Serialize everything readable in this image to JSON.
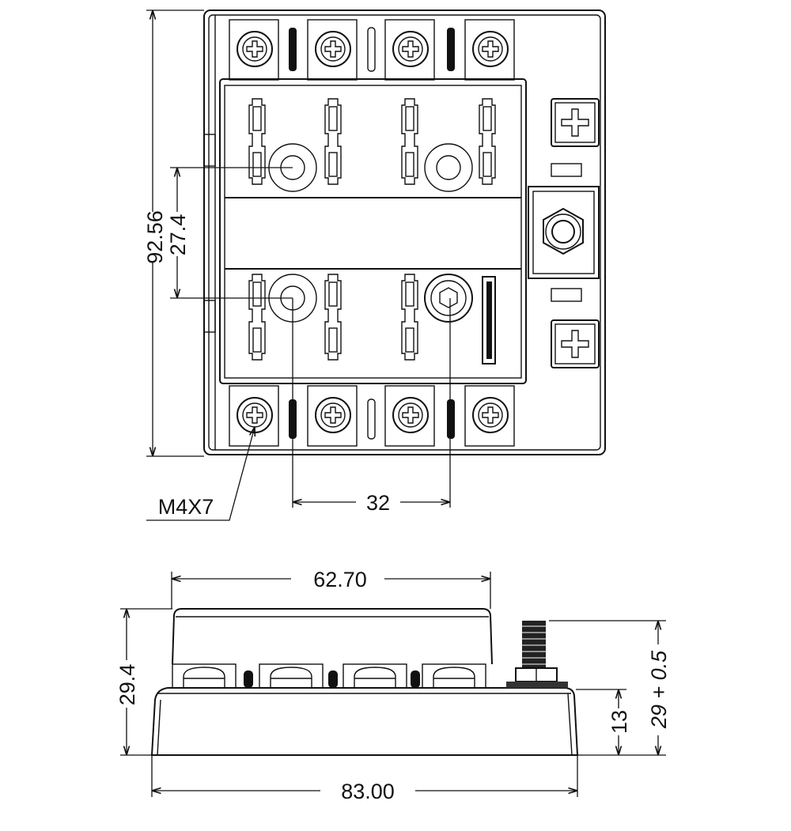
{
  "top_view": {
    "dimensions": {
      "overall_height": "92.56",
      "fuse_pitch_vertical": "27.4",
      "fuse_pitch_horizontal": "32",
      "screw_size": "M4X7"
    }
  },
  "side_view": {
    "dimensions": {
      "cover_width": "62.70",
      "overall_height": "29.4",
      "base_height": "13",
      "stud_height": "29 + 0.5",
      "overall_width": "83.00"
    }
  }
}
